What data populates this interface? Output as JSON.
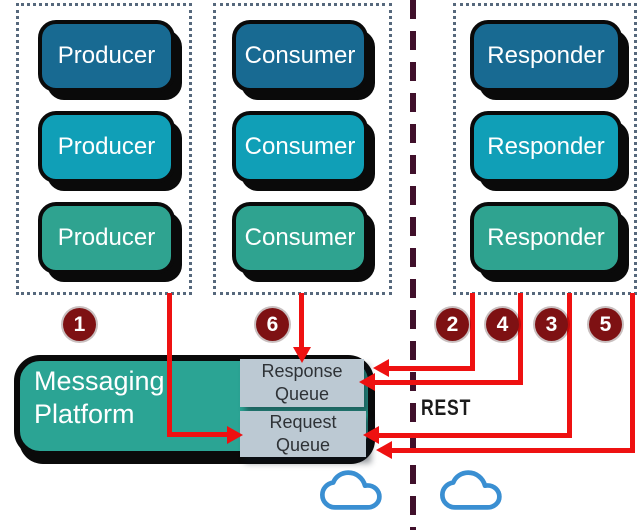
{
  "groups": [
    {
      "name": "producers",
      "boxes": [
        "Producer",
        "Producer",
        "Producer"
      ]
    },
    {
      "name": "consumers",
      "boxes": [
        "Consumer",
        "Consumer",
        "Consumer"
      ]
    },
    {
      "name": "responders",
      "boxes": [
        "Responder",
        "Responder",
        "Responder"
      ]
    }
  ],
  "platform": {
    "label": "Messaging Platform"
  },
  "queues": [
    {
      "label": "Response Queue"
    },
    {
      "label": "Request Queue"
    }
  ],
  "badges": [
    "1",
    "6",
    "2",
    "4",
    "3",
    "5"
  ],
  "rest_label": "REST",
  "icons": {
    "cloud": "cloud-icon"
  },
  "colors": {
    "node_row1": "#186A92",
    "node_row2": "#109FB7",
    "node_row3": "#2FA390",
    "platform": "#2BA494",
    "queue_bg": "#BCC9D3",
    "badge_bg": "#7E1113",
    "arrow_red": "#EE1111",
    "divider_maroon": "#40102B",
    "group_border": "#56687C",
    "cloud_blue": "#3A8FD2",
    "outline_black": "#0A0A0A"
  }
}
